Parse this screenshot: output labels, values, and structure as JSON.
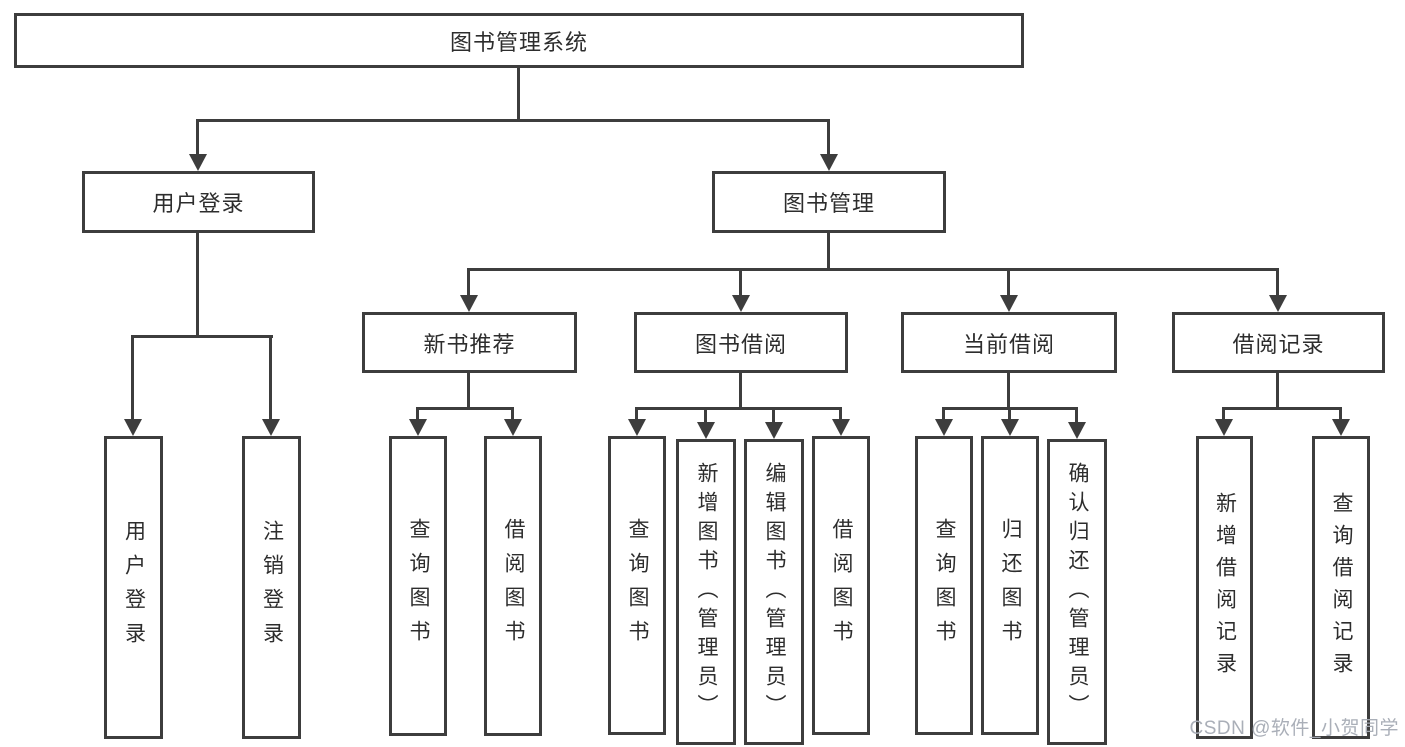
{
  "colors": {
    "background": "#ffffff",
    "line": "#3d3d3d",
    "box_border": "#3d3d3d",
    "text": "#2d2d2d",
    "watermark_text": "#a6abb5"
  },
  "tree": {
    "root": {
      "label": "图书管理系统"
    },
    "branches": [
      {
        "label": "用户登录",
        "children": [
          {
            "label": "用户登录"
          },
          {
            "label": "注销登录"
          }
        ]
      },
      {
        "label": "图书管理",
        "children": [
          {
            "label": "新书推荐",
            "children": [
              {
                "label": "查询图书"
              },
              {
                "label": "借阅图书"
              }
            ]
          },
          {
            "label": "图书借阅",
            "children": [
              {
                "label": "查询图书"
              },
              {
                "label": "新增图书（管理员）"
              },
              {
                "label": "编辑图书（管理员）"
              },
              {
                "label": "借阅图书"
              }
            ]
          },
          {
            "label": "当前借阅",
            "children": [
              {
                "label": "查询图书"
              },
              {
                "label": "归还图书"
              },
              {
                "label": "确认归还（管理员）"
              }
            ]
          },
          {
            "label": "借阅记录",
            "children": [
              {
                "label": "新增借阅记录"
              },
              {
                "label": "查询借阅记录"
              }
            ]
          }
        ]
      }
    ]
  },
  "watermark": {
    "text": "CSDN @软件_小贺同学"
  }
}
